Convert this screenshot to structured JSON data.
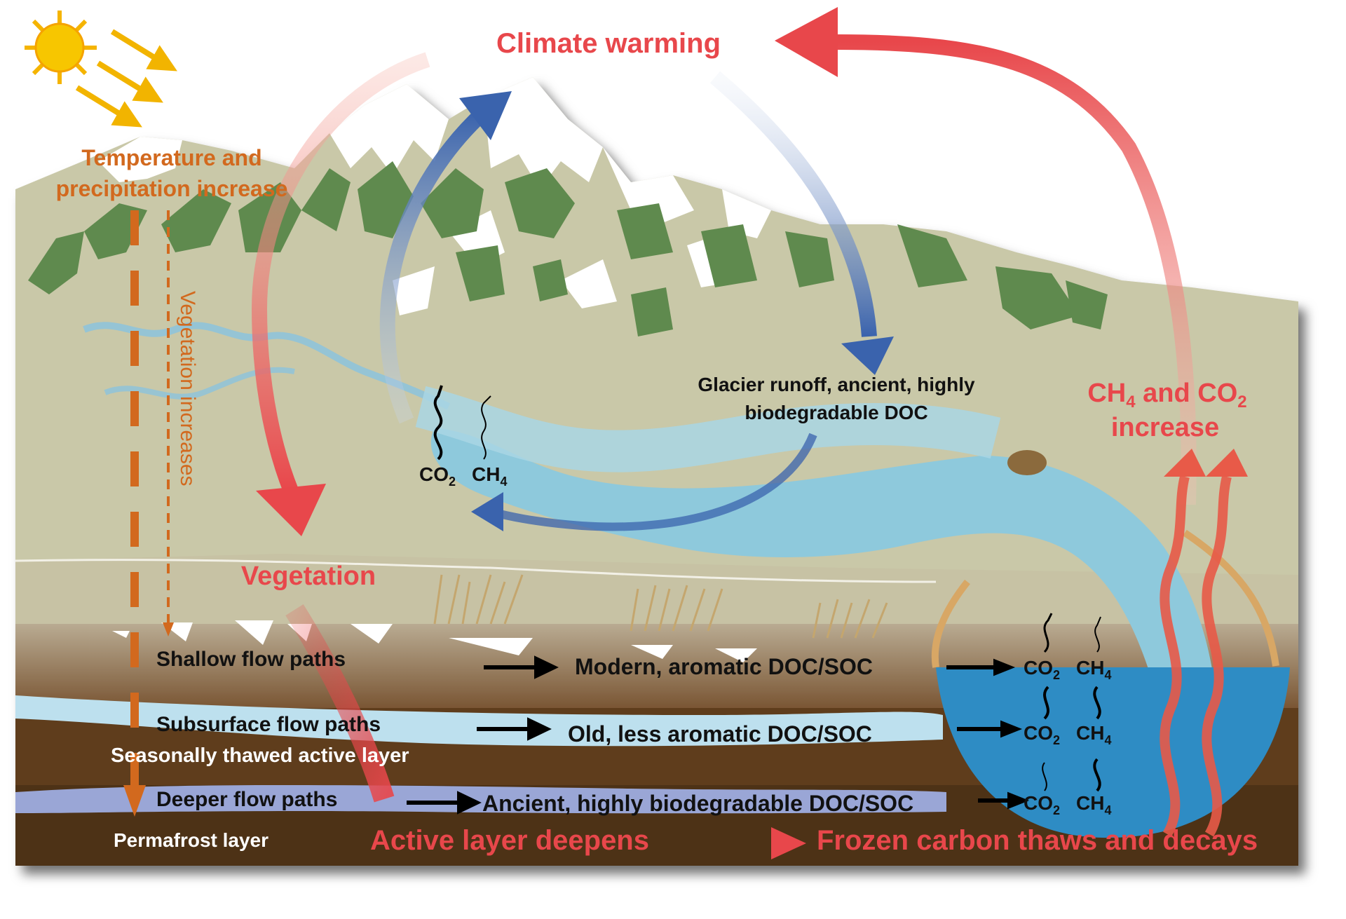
{
  "labels": {
    "climate_warming": "Climate warming",
    "temp_precip_line1": "Temperature and",
    "temp_precip_line2": "precipitation increase",
    "vegetation_increases": "Vegetation increases",
    "glacier_runoff_line1": "Glacier runoff, ancient, highly",
    "glacier_runoff_line2": "biodegradable DOC",
    "ghg_increase_line1_a": "CH",
    "ghg_increase_line1_b": "4",
    "ghg_increase_line1_c": " and CO",
    "ghg_increase_line1_d": "2",
    "ghg_increase_line2": "increase",
    "vegetation": "Vegetation",
    "shallow_flow": "Shallow flow paths",
    "subsurface_flow": "Subsurface flow paths",
    "deeper_flow": "Deeper flow paths",
    "seasonal_layer": "Seasonally thawed active layer",
    "permafrost_layer": "Permafrost layer",
    "modern_doc": "Modern, aromatic DOC/SOC",
    "old_doc": "Old, less aromatic DOC/SOC",
    "ancient_doc": "Ancient, highly biodegradable DOC/SOC",
    "active_layer_deepens": "Active layer deepens",
    "frozen_carbon": "Frozen carbon thaws and decays",
    "co2_base": "CO",
    "co2_sub": "2",
    "ch4_base": "CH",
    "ch4_sub": "4"
  },
  "colors": {
    "warm_red": "#e8474b",
    "orange": "#d2691e",
    "sky_blue": "#7fb8d4",
    "lake_blue": "#2e8cc4",
    "mountain_tan": "#c9c8a8",
    "vegetation_green": "#5f8a4e",
    "soil_brown": "#6b4a2b",
    "permafrost_brown": "#4a2f17"
  }
}
